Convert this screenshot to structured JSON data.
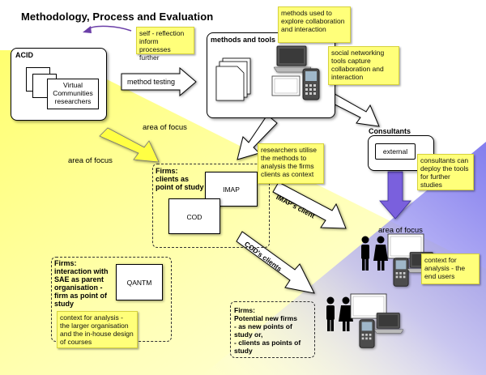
{
  "title": "Methodology, Process and Evaluation",
  "acid": {
    "label": "ACID",
    "doc_text": "Virtual Communities researchers",
    "self_reflection_note": "self - reflection inform processes further"
  },
  "arrows": {
    "method_testing": "method testing",
    "imap_client": "IMAP's client",
    "cod_clients": "COD's clients"
  },
  "methods": {
    "label": "methods and tools",
    "note_top": "methods used to explore collaboration and interaction",
    "note_social": "social networking tools capture collaboration and interaction"
  },
  "consultants": {
    "label": "Consultants",
    "external": "external",
    "note": "consultants can deploy the tools for further studies"
  },
  "focus": {
    "area1": "area of focus",
    "area2": "area of focus",
    "area3": "area of focus"
  },
  "firms": {
    "label": "Firms:\nclients as\npoint of study",
    "imap": "IMAP",
    "cod": "COD",
    "note": "researchers utilise the methods to analysis the firms clients as context"
  },
  "sae": {
    "label": "Firms:\ninteraction with\nSAE as parent\norganisation -\nfirm as point of\nstudy",
    "qantm": "QANTM",
    "note": "context for analysis - the larger organisation and the in-house design of courses"
  },
  "endusers": {
    "note": "context for analysis - the end users"
  },
  "potential": {
    "label": "Firms:\nPotential new firms\n- as new points of\nstudy or,\n- clients as points of\nstudy"
  },
  "colors": {
    "yellow_band": "#ffff9c",
    "blue_band": "#9b96f0",
    "purple_arrow": "#7a60dd",
    "note_fill": "#ffff7a"
  },
  "icons": [
    "laptop-icon",
    "phone-icon",
    "monitor-icon",
    "person-icon",
    "documents-icon"
  ]
}
